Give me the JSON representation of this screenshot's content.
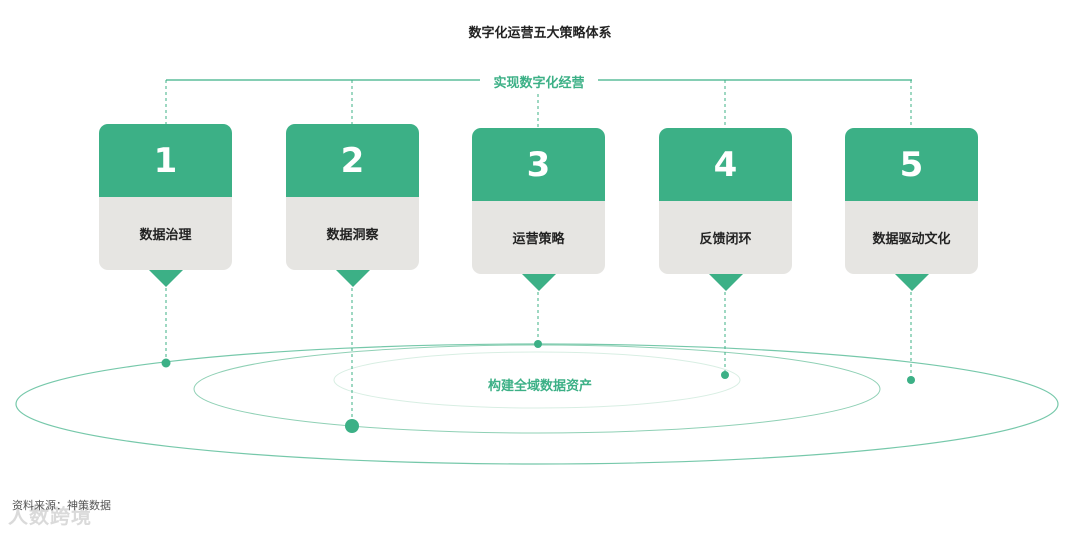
{
  "title": "数字化运营五大策略体系",
  "goal_label": "实现数字化经营",
  "base_label": "构建全域数据资产",
  "cards": [
    {
      "number": "1",
      "label": "数据治理"
    },
    {
      "number": "2",
      "label": "数据洞察"
    },
    {
      "number": "3",
      "label": "运营策略"
    },
    {
      "number": "4",
      "label": "反馈闭环"
    },
    {
      "number": "5",
      "label": "数据驱动文化"
    }
  ],
  "source": "资料来源：神策数据",
  "watermark": "人数跨境",
  "colors": {
    "accent": "#3cb086",
    "card_gray": "#e6e5e2",
    "ring": "#cfe9dc"
  }
}
